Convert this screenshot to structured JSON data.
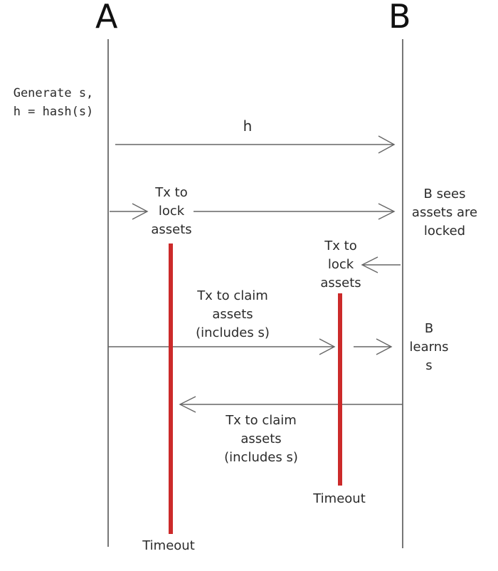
{
  "participants": {
    "a": "A",
    "b": "B"
  },
  "notes": {
    "generate": "Generate s,\nh = hash(s)",
    "msg_h": "h",
    "tx_lock_a": "Tx to\nlock\nassets",
    "b_sees": "B sees\nassets are\nlocked",
    "tx_lock_b": "Tx to\nlock\nassets",
    "tx_claim_a": "Tx to claim\nassets\n(includes s)",
    "b_learns": "B\nlearns\ns",
    "tx_claim_b": "Tx to claim\nassets\n(includes s)",
    "timeout_b": "Timeout",
    "timeout_a": "Timeout"
  },
  "colors": {
    "line": "#555555",
    "timeout_bar": "#cc2a2a"
  }
}
